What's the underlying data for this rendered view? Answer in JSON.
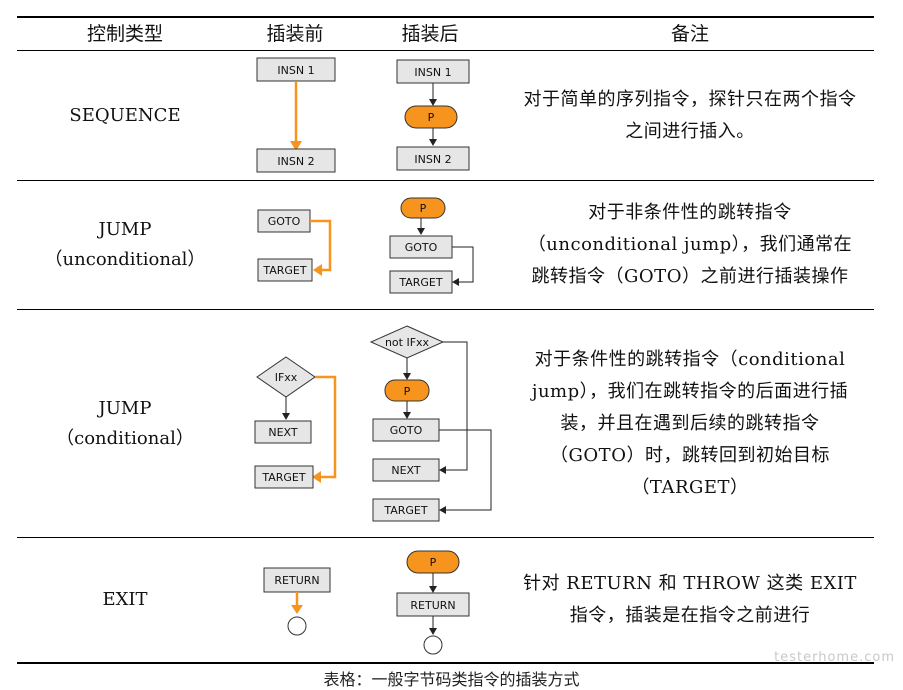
{
  "header": {
    "col_type": "控制类型",
    "col_before": "插装前",
    "col_after": "插装后",
    "col_note": "备注"
  },
  "rows": [
    {
      "type_line1": "SEQUENCE",
      "type_line2": "",
      "note": "对于简单的序列指令，探针只在两个指令之间进行插入。",
      "before": {
        "box1": "INSN 1",
        "box2": "INSN 2"
      },
      "after": {
        "box1": "INSN 1",
        "probe": "P",
        "box2": "INSN 2"
      }
    },
    {
      "type_line1": "JUMP",
      "type_line2": "（unconditional）",
      "note": "对于非条件性的跳转指令（unconditional jump），我们通常在跳转指令（GOTO）之前进行插装操作",
      "before": {
        "goto": "GOTO",
        "target": "TARGET"
      },
      "after": {
        "probe": "P",
        "goto": "GOTO",
        "target": "TARGET"
      }
    },
    {
      "type_line1": "JUMP",
      "type_line2": "（conditional）",
      "note": "对于条件性的跳转指令（conditional jump），我们在跳转指令的后面进行插装，并且在遇到后续的跳转指令（GOTO）时，跳转回到初始目标（TARGET）",
      "before": {
        "cond": "IFxx",
        "next": "NEXT",
        "target": "TARGET"
      },
      "after": {
        "cond": "not IFxx",
        "probe": "P",
        "goto": "GOTO",
        "next": "NEXT",
        "target": "TARGET"
      }
    },
    {
      "type_line1": "EXIT",
      "type_line2": "",
      "note": "针对 RETURN 和 THROW 这类 EXIT 指令，插装是在指令之前进行",
      "before": {
        "ret": "RETURN"
      },
      "after": {
        "probe": "P",
        "ret": "RETURN"
      }
    }
  ],
  "caption": "表格：一般字节码类指令的插装方式",
  "watermark": "testerhome.com",
  "colors": {
    "orange": "#f7941d",
    "box_fill": "#e6e6e6",
    "border": "#333333"
  }
}
